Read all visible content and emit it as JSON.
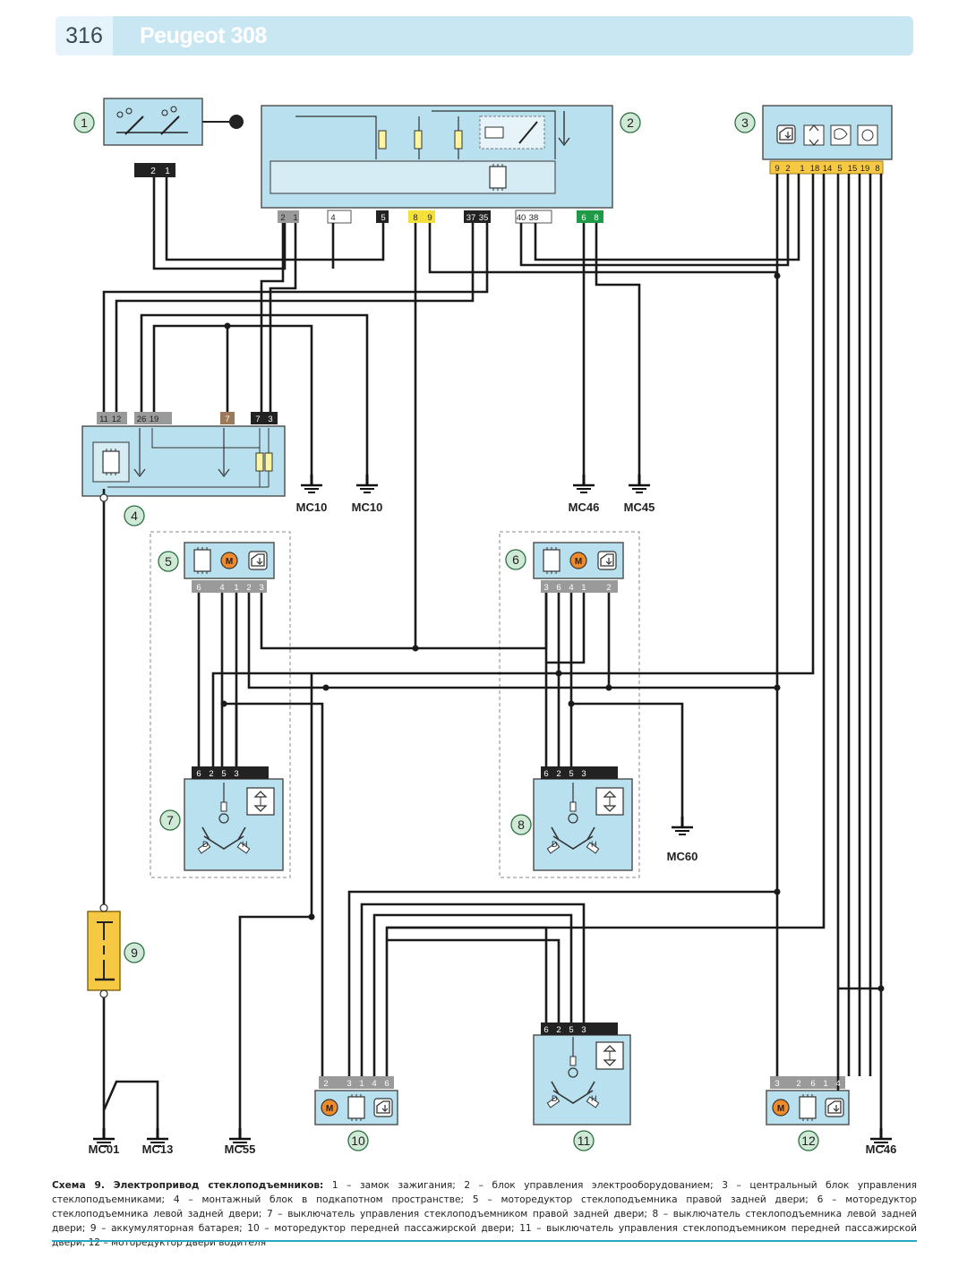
{
  "header": {
    "page_number": "316",
    "title": "Peugeot 308"
  },
  "callouts": [
    "1",
    "2",
    "3",
    "4",
    "5",
    "6",
    "7",
    "8",
    "9",
    "10",
    "11",
    "12"
  ],
  "grounds": {
    "g1": "MC10",
    "g2": "MC10",
    "g3": "MC46",
    "g4": "MC45",
    "g5": "MC60",
    "g6": "MC01",
    "g7": "MC13",
    "g8": "MC55",
    "g9": "MC46"
  },
  "pins": {
    "ign": [
      "2",
      "1"
    ],
    "u2": [
      "2",
      "1",
      "4",
      "5",
      "8",
      "9",
      "37",
      "35",
      "40",
      "38",
      "6",
      "8"
    ],
    "u3": [
      "9",
      "2",
      "1",
      "18",
      "14",
      "5",
      "15",
      "19",
      "8"
    ],
    "u4": [
      "11",
      "12",
      "26",
      "19",
      "7",
      "7",
      "3"
    ],
    "m5": [
      "6",
      "4",
      "1",
      "2",
      "3"
    ],
    "m6": [
      "3",
      "6",
      "4",
      "1",
      "2"
    ],
    "s7": [
      "6",
      "2",
      "5",
      "3"
    ],
    "s8": [
      "6",
      "2",
      "5",
      "3"
    ],
    "s11": [
      "6",
      "2",
      "5",
      "3"
    ],
    "m10": [
      "2",
      "3",
      "1",
      "4",
      "6"
    ],
    "m12": [
      "3",
      "2",
      "6",
      "1",
      "4"
    ]
  },
  "switch_letters": {
    "d": "D",
    "h": "H"
  },
  "motor_letter": "M",
  "colors": {
    "unit_fill": "#b8e0ee",
    "unit_stroke": "#555555",
    "battery": "#f6c945",
    "wire": "#1a1a1a",
    "header": "#c9e6f3",
    "accent": "#2aa8c8"
  },
  "caption": {
    "bold": "Схема 9. Электропривод стеклоподъемников:",
    "text": "1 – замок зажигания; 2 – блок управления электрооборудованием; 3 – центральный блок управления стеклоподъемниками; 4 – монтажный блок в подкапотном пространстве; 5 – моторедуктор стеклоподъемника правой задней двери; 6 – моторедуктор стеклоподъемника левой задней двери; 7 – выключатель управления стеклоподъемником правой задней двери; 8 – выключатель стеклоподъемника левой задней двери; 9 – аккумуляторная батарея; 10 – моторедуктор передней пассажирской двери; 11 – выключатель управления стеклоподъемником передней пассажирской двери; 12 – моторедуктор двери водителя"
  }
}
